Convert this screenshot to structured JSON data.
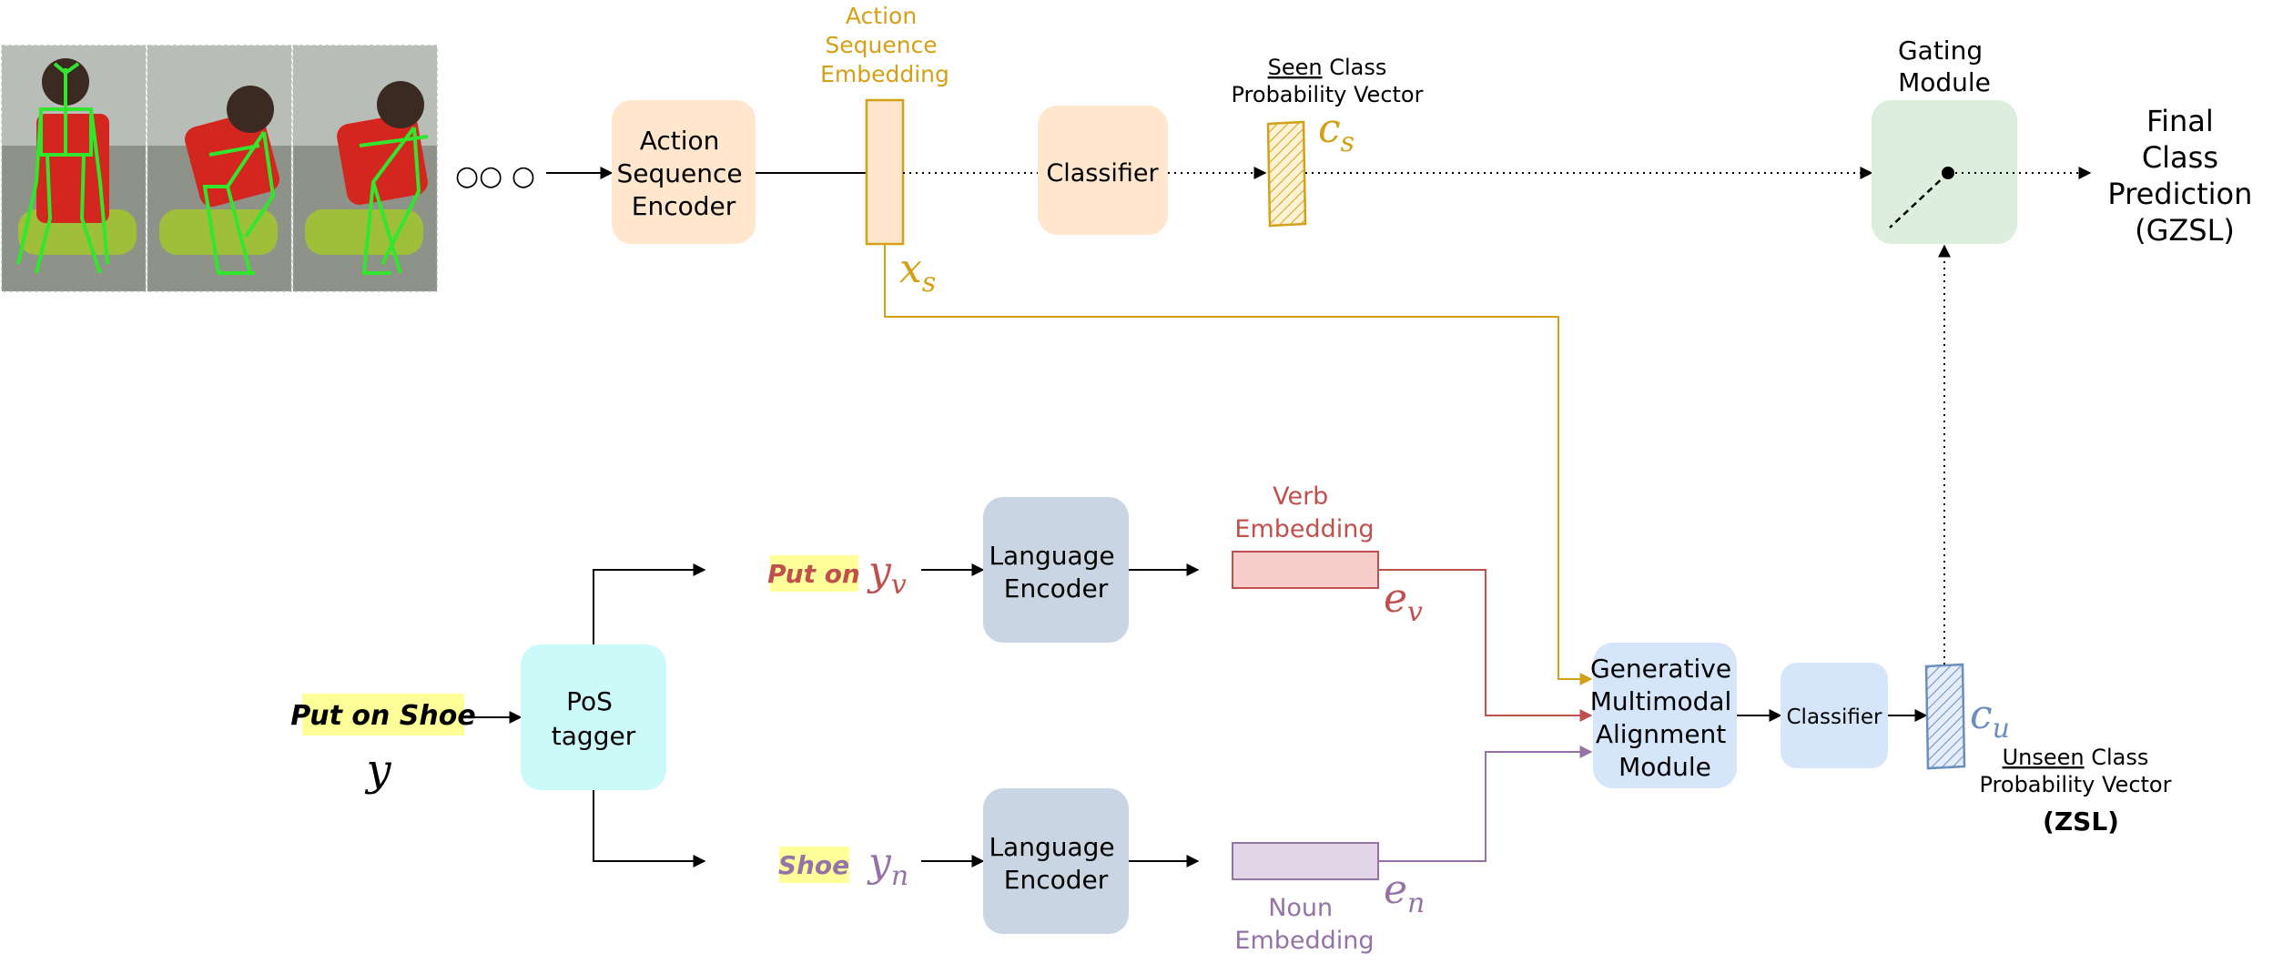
{
  "colors": {
    "orange": "#D4A017",
    "red": "#C0504D",
    "purple": "#9673A6",
    "blue": "#6C8EBF",
    "encoder_fill": "#FFE6CC",
    "language_fill": "#C9D5E2",
    "pos_fill": "#CCFAF8",
    "gate_fill": "#DDEEDD",
    "module_fill": "#D6E6FA",
    "highlight": "#FFFF99"
  },
  "icons": [
    "ellipsis-circles-icon",
    "gate-switch-icon"
  ],
  "skeleton_frames": 3,
  "ellipsis": "○○ ○",
  "top": {
    "action_encoder": [
      "Action",
      "Sequence",
      "Encoder"
    ],
    "embedding_title": [
      "Action",
      "Sequence",
      "Embedding"
    ],
    "embedding_var": "x",
    "embedding_sub": "s",
    "classifier": "Classifier",
    "seen_title_underlined": "Seen",
    "seen_title_rest": " Class",
    "seen_title_line2": "Probability Vector",
    "seen_var": "c",
    "seen_sub": "s",
    "gating_title": [
      "Gating",
      "Module"
    ],
    "final": [
      "Final",
      "Class",
      "Prediction",
      "(GZSL)"
    ]
  },
  "bottom": {
    "label_text": "Put on Shoe",
    "label_var": "y",
    "pos_tagger": [
      "PoS",
      "tagger"
    ],
    "verb_text": "Put on",
    "verb_var": "y",
    "verb_sub": "v",
    "noun_text": "Shoe",
    "noun_var": "y",
    "noun_sub": "n",
    "language_encoder": [
      "Language",
      "Encoder"
    ],
    "verb_embedding": [
      "Verb",
      "Embedding"
    ],
    "verb_emb_var": "e",
    "verb_emb_sub": "v",
    "noun_embedding": [
      "Noun",
      "Embedding"
    ],
    "noun_emb_var": "e",
    "noun_emb_sub": "n",
    "gmam": [
      "Generative",
      "Multimodal",
      "Alignment",
      "Module"
    ],
    "classifier": "Classifier",
    "unseen_var": "c",
    "unseen_sub": "u",
    "unseen_title_underlined": "Unseen",
    "unseen_title_rest": " Class",
    "unseen_title_line2": "Probability Vector",
    "zsl": "(ZSL)"
  }
}
